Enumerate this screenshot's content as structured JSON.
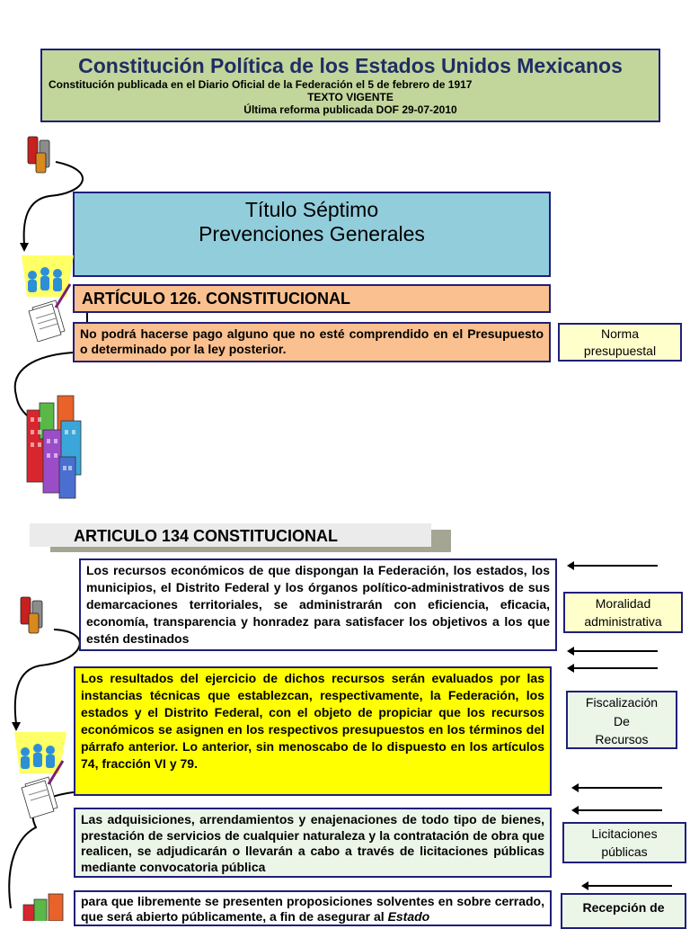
{
  "header": {
    "title": "Constitución Política de los Estados Unidos Mexicanos",
    "line1": "Constitución publicada en el Diario Oficial de la Federación el 5 de febrero de 1917",
    "line2": "TEXTO VIGENTE",
    "line3": "Última reforma publicada DOF 29-07-2010"
  },
  "titulo": {
    "line1": "Título Séptimo",
    "line2": "Prevenciones Generales"
  },
  "articulo126": {
    "heading": "ARTÍCULO 126. CONSTITUCIONAL",
    "text": "No podrá hacerse pago alguno que no esté comprendido en el Presupuesto o determinado por la ley posterior.",
    "tag_line1": "Norma",
    "tag_line2": "presupuestal"
  },
  "articulo134": {
    "heading": "ARTICULO 134 CONSTITUCIONAL",
    "paragraphs": [
      "Los recursos económicos de que dispongan la Federación, los estados, los municipios, el Distrito Federal y los órganos político-administrativos de sus demarcaciones territoriales, se administrarán con eficiencia, eficacia, economía, transparencia y honradez para satisfacer los objetivos a los que estén destinados",
      "Los resultados del ejercicio de dichos recursos serán evaluados por las instancias técnicas que establezcan, respectivamente, la Federación, los estados y el Distrito Federal, con el objeto de propiciar que los recursos económicos se asignen en los respectivos presupuestos en los términos del párrafo anterior. Lo anterior, sin menoscabo de lo dispuesto en los artículos 74, fracción VI y 79.",
      "Las adquisiciones, arrendamientos y enajenaciones de todo tipo de bienes, prestación de servicios de cualquier naturaleza y la contratación de obra que realicen, se adjudicarán o llevarán a cabo a través de licitaciones públicas mediante convocatoria pública",
      "para que libremente se presenten proposiciones solventes en sobre cerrado, que será abierto públicamente, a fin de asegurar al Estado"
    ],
    "tags": [
      [
        "Moralidad",
        "administrativa"
      ],
      [
        "Fiscalización",
        "De",
        "Recursos"
      ],
      [
        "Licitaciones",
        "públicas"
      ],
      [
        "Recepción de"
      ]
    ]
  },
  "icons": [
    "coins-icon",
    "people-document-icon",
    "buildings-icon"
  ]
}
